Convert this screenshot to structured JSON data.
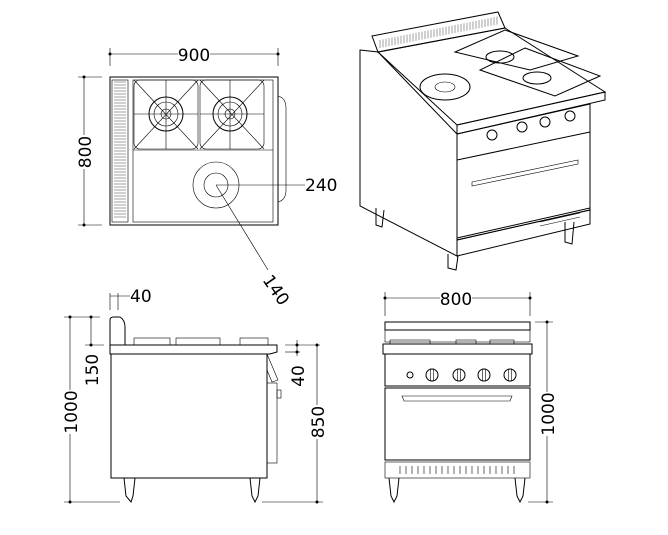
{
  "drawing": {
    "top_view": {
      "width_label": "900",
      "depth_label": "800",
      "plate_diameter_label": "240",
      "inner_diameter_label": "140"
    },
    "side_view": {
      "backsplash_depth_label": "40",
      "backsplash_height_label": "150",
      "total_height_label": "1000",
      "knob_offset_label": "40",
      "worktop_height_label": "850"
    },
    "front_view": {
      "width_label": "800",
      "height_label": "1000"
    }
  }
}
